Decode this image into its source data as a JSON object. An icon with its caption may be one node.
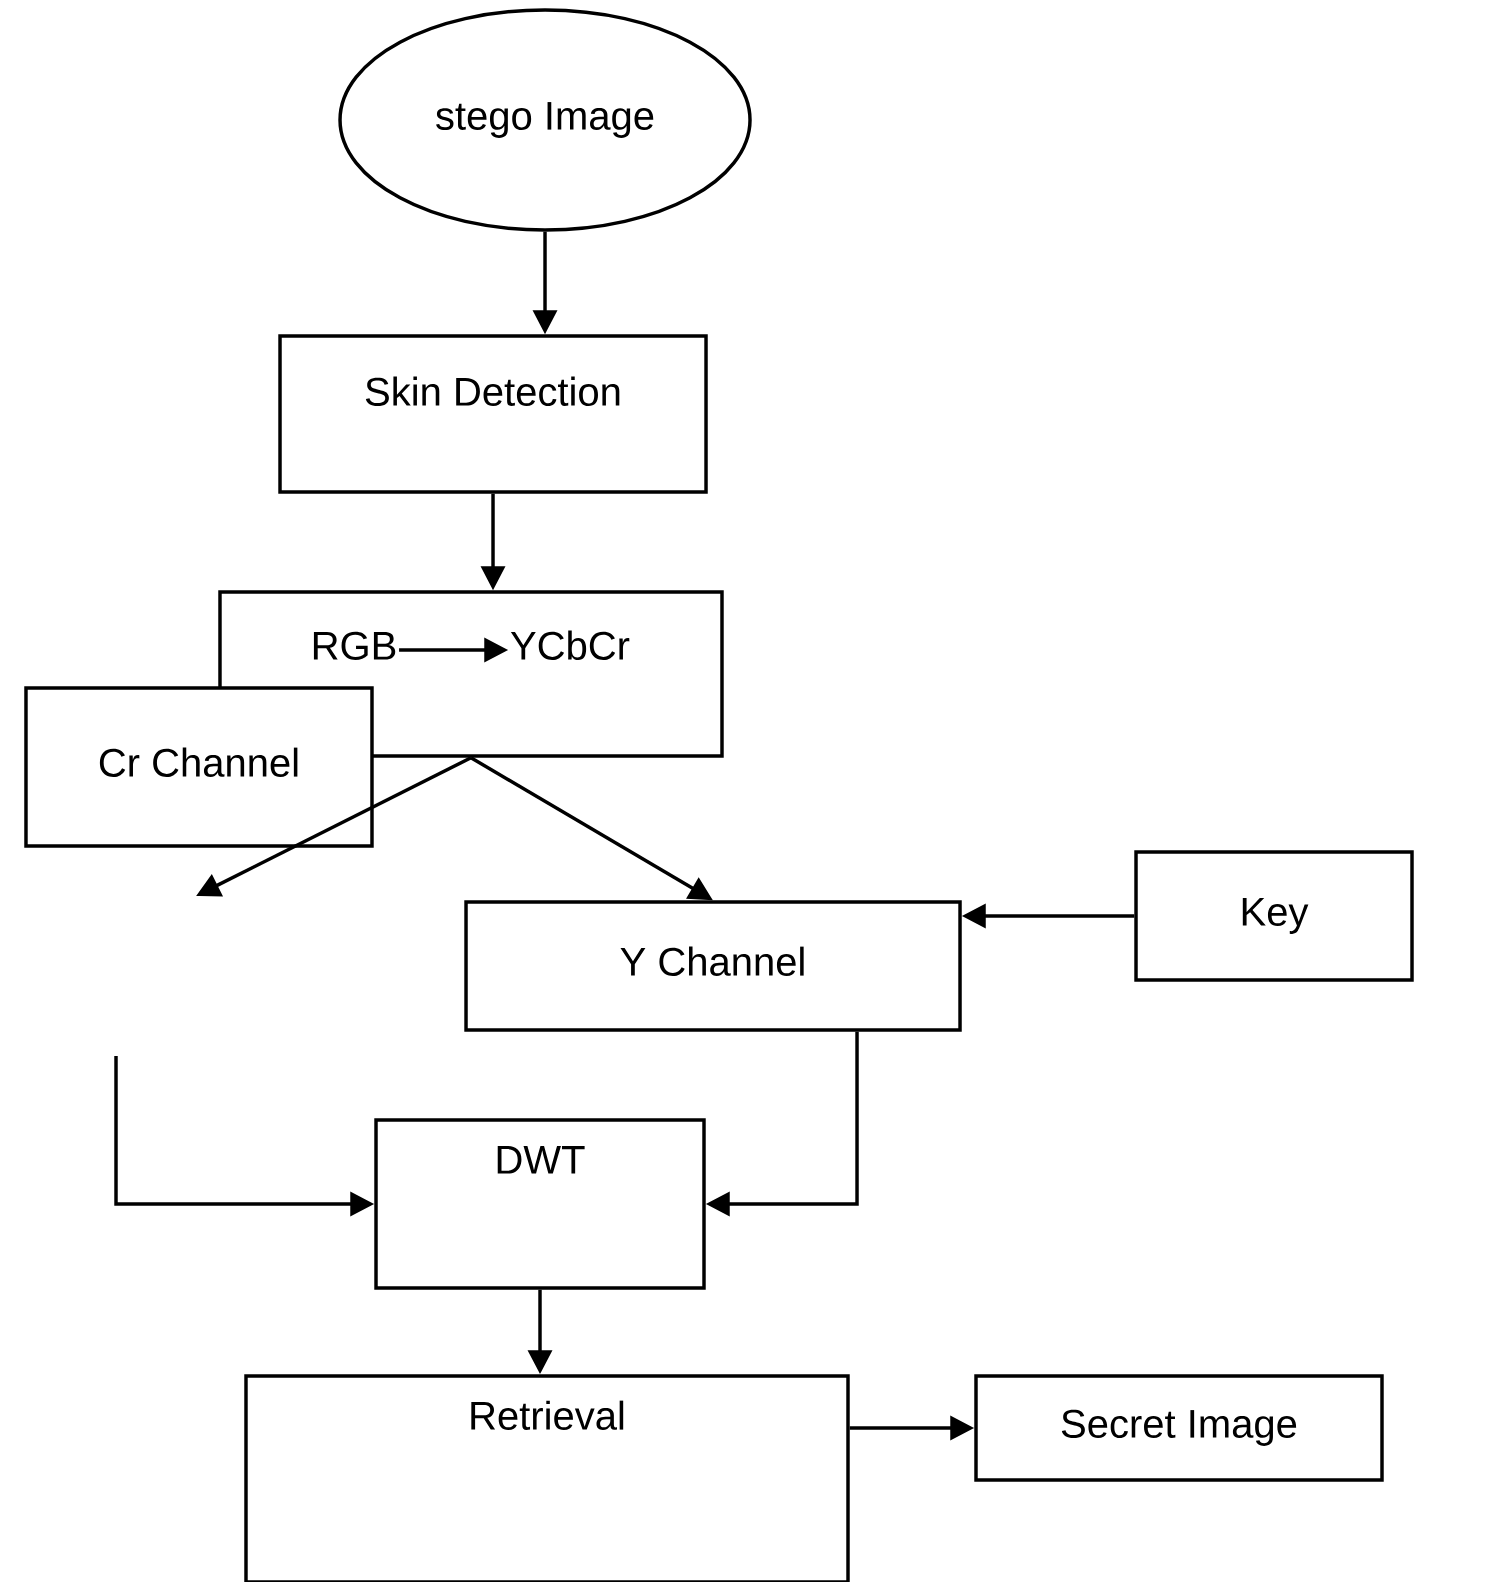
{
  "diagram": {
    "nodes": [
      {
        "text": [
          "stego Image"
        ]
      },
      {
        "text": [
          "Skin Detection"
        ]
      },
      {
        "text": [],
        "shape": "box"
      },
      {
        "text": [
          "RGB"
        ],
        "in": 2
      },
      {
        "text": [
          "YCbCr"
        ],
        "in": 2
      },
      {
        "text": [
          "Cr Channel"
        ]
      },
      {
        "text": [
          "Y Channel"
        ]
      },
      {
        "text": [
          "Key"
        ]
      },
      {
        "text": [
          "DWT"
        ]
      },
      {
        "text": [
          "Retrieval"
        ]
      },
      {
        "text": [
          "Secret Image"
        ]
      }
    ],
    "edges": [
      {
        "from": 0,
        "to": 1,
        "arrow": "to"
      },
      {
        "from": 1,
        "to": 2,
        "arrow": "to"
      },
      {
        "from": 3,
        "to": 4,
        "arrow": "to"
      },
      {
        "from": 2,
        "to": null,
        "arrow": "to"
      },
      {
        "from": 2,
        "to": 6,
        "arrow": "to"
      },
      {
        "from": 7,
        "to": 6,
        "arrow": "to"
      },
      {
        "from": 6,
        "to": 8,
        "arrow": "to"
      },
      {
        "from": null,
        "to": 8,
        "arrow": "to"
      },
      {
        "from": 8,
        "to": 9,
        "arrow": "to"
      },
      {
        "from": 9,
        "to": 10,
        "arrow": "to"
      }
    ]
  }
}
